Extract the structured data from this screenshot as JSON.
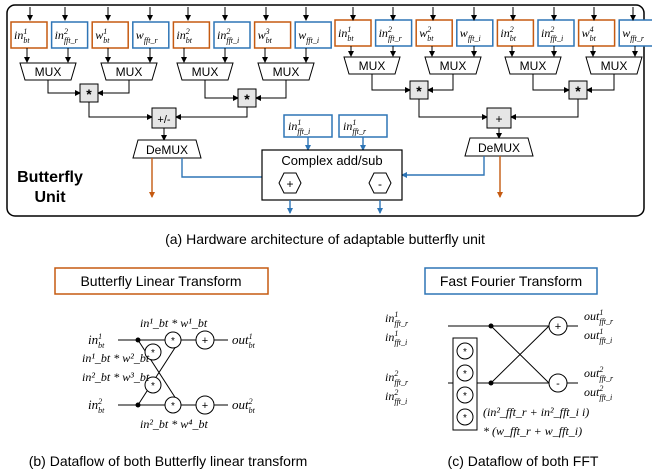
{
  "panel_a": {
    "left_regs": [
      {
        "base": "in",
        "sup": "1",
        "sub": "bt",
        "color": "orange"
      },
      {
        "base": "in",
        "sup": "2",
        "sub": "fft_r",
        "color": "blue"
      },
      {
        "base": "w",
        "sup": "1",
        "sub": "bt",
        "color": "orange"
      },
      {
        "base": "w",
        "sup": "",
        "sub": "fft_r",
        "color": "blue"
      },
      {
        "base": "in",
        "sup": "2",
        "sub": "bt",
        "color": "orange"
      },
      {
        "base": "in",
        "sup": "2",
        "sub": "fft_i",
        "color": "blue"
      },
      {
        "base": "w",
        "sup": "3",
        "sub": "bt",
        "color": "orange"
      },
      {
        "base": "w",
        "sup": "",
        "sub": "fft_i",
        "color": "blue"
      }
    ],
    "right_regs": [
      {
        "base": "in",
        "sup": "1",
        "sub": "bt",
        "color": "orange"
      },
      {
        "base": "in",
        "sup": "2",
        "sub": "fft_r",
        "color": "blue"
      },
      {
        "base": "w",
        "sup": "2",
        "sub": "bt",
        "color": "orange"
      },
      {
        "base": "w",
        "sup": "",
        "sub": "fft_i",
        "color": "blue"
      },
      {
        "base": "in",
        "sup": "2",
        "sub": "bt",
        "color": "orange"
      },
      {
        "base": "in",
        "sup": "2",
        "sub": "fft_i",
        "color": "blue"
      },
      {
        "base": "w",
        "sup": "4",
        "sub": "bt",
        "color": "orange"
      },
      {
        "base": "w",
        "sup": "",
        "sub": "fft_r",
        "color": "blue"
      }
    ],
    "mux_label": "MUX",
    "mult_symbol": "*",
    "addsub_label": "+/-",
    "add_label": "+",
    "demux_label": "DeMUX",
    "complex_in_left": {
      "base": "in",
      "sup": "1",
      "sub": "fft_i"
    },
    "complex_in_right": {
      "base": "in",
      "sup": "1",
      "sub": "fft_r"
    },
    "complex_label": "Complex add/sub",
    "complex_plus": "+",
    "complex_minus": "-",
    "unit_label_line1": "Butterfly",
    "unit_label_line2": "Unit",
    "caption": "(a) Hardware architecture of adaptable butterfly unit"
  },
  "panel_b": {
    "title": "Butterfly Linear Transform",
    "in1": {
      "base": "in",
      "sup": "1",
      "sub": "bt"
    },
    "in2": {
      "base": "in",
      "sup": "2",
      "sub": "bt"
    },
    "out1": {
      "base": "out",
      "sup": "1",
      "sub": "bt"
    },
    "out2": {
      "base": "out",
      "sup": "2",
      "sub": "bt"
    },
    "prod1": "in¹_bt * w¹_bt",
    "prod2": "in¹_bt * w²_bt",
    "prod3": "in²_bt * w³_bt",
    "prod4": "in²_bt * w⁴_bt",
    "caption": "(b) Dataflow of both Butterfly linear transform"
  },
  "panel_c": {
    "title": "Fast Fourier Transform",
    "in1r": {
      "base": "in",
      "sup": "1",
      "sub": "fft_r"
    },
    "in1i": {
      "base": "in",
      "sup": "1",
      "sub": "fft_i"
    },
    "in2r": {
      "base": "in",
      "sup": "2",
      "sub": "fft_r"
    },
    "in2i": {
      "base": "in",
      "sup": "2",
      "sub": "fft_i"
    },
    "out1r": {
      "base": "out",
      "sup": "1",
      "sub": "fft_r"
    },
    "out1i": {
      "base": "out",
      "sup": "1",
      "sub": "fft_i"
    },
    "out2r": {
      "base": "out",
      "sup": "2",
      "sub": "fft_r"
    },
    "out2i": {
      "base": "out",
      "sup": "2",
      "sub": "fft_i"
    },
    "formula_line1": "(in²_fft_r + in²_fft_i i)",
    "formula_line2": "* (w_fft_r + w_fft_i)",
    "caption": "(c) Dataflow of both FFT"
  },
  "colors": {
    "orange": "#c55a11",
    "blue": "#2e75b6",
    "black": "#000000",
    "node_fill": "#e6e6e6"
  }
}
